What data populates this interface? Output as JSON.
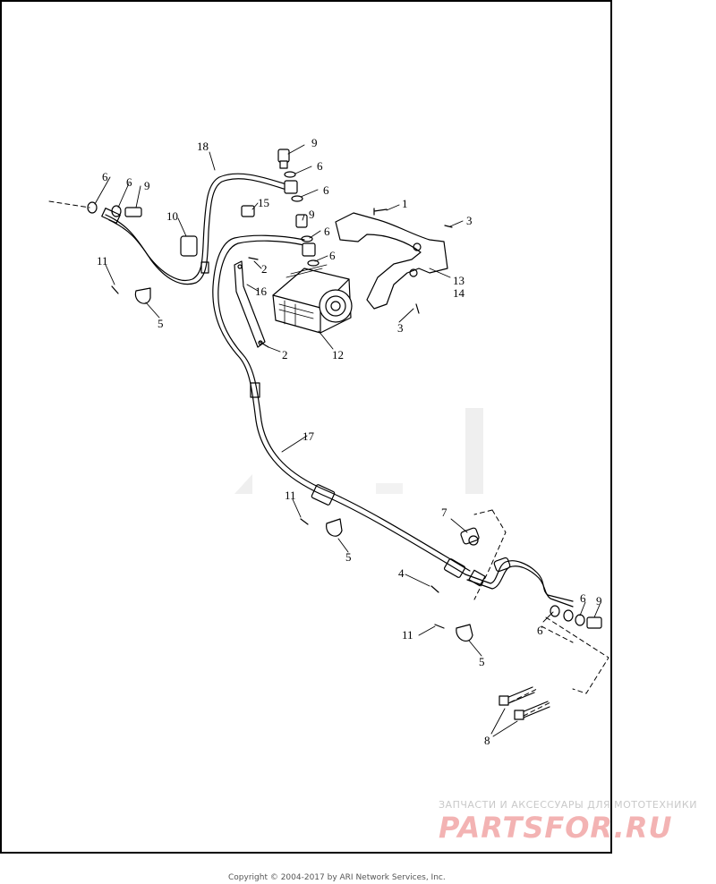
{
  "diagram": {
    "callouts": [
      {
        "id": "c-18",
        "text": "18"
      },
      {
        "id": "c-9a",
        "text": "9"
      },
      {
        "id": "c-6a",
        "text": "6"
      },
      {
        "id": "c-6b",
        "text": "6"
      },
      {
        "id": "c-6c",
        "text": "6"
      },
      {
        "id": "c-9b",
        "text": "9"
      },
      {
        "id": "c-6d",
        "text": "6"
      },
      {
        "id": "c-10",
        "text": "10"
      },
      {
        "id": "c-15",
        "text": "15"
      },
      {
        "id": "c-9c",
        "text": "9"
      },
      {
        "id": "c-6e",
        "text": "6"
      },
      {
        "id": "c-6f",
        "text": "6"
      },
      {
        "id": "c-1",
        "text": "1"
      },
      {
        "id": "c-3a",
        "text": "3"
      },
      {
        "id": "c-11a",
        "text": "11"
      },
      {
        "id": "c-2a",
        "text": "2"
      },
      {
        "id": "c-16",
        "text": "16"
      },
      {
        "id": "c-5a",
        "text": "5"
      },
      {
        "id": "c-13",
        "text": "13"
      },
      {
        "id": "c-14",
        "text": "14"
      },
      {
        "id": "c-3b",
        "text": "3"
      },
      {
        "id": "c-2b",
        "text": "2"
      },
      {
        "id": "c-12",
        "text": "12"
      },
      {
        "id": "c-17",
        "text": "17"
      },
      {
        "id": "c-11b",
        "text": "11"
      },
      {
        "id": "c-7",
        "text": "7"
      },
      {
        "id": "c-5b",
        "text": "5"
      },
      {
        "id": "c-4",
        "text": "4"
      },
      {
        "id": "c-6g",
        "text": "6"
      },
      {
        "id": "c-9d",
        "text": "9"
      },
      {
        "id": "c-6h",
        "text": "6"
      },
      {
        "id": "c-11c",
        "text": "11"
      },
      {
        "id": "c-5c",
        "text": "5"
      },
      {
        "id": "c-8",
        "text": "8"
      }
    ]
  },
  "watermark": {
    "tagline": "ЗАПЧАСТИ И АКСЕССУАРЫ ДЛЯ МОТОТЕХНИКИ",
    "logo": "PARTSFOR.RU"
  },
  "footer": {
    "copyright": "Copyright © 2004-2017 by ARI Network Services, Inc."
  },
  "colors": {
    "line": "#000000",
    "watermark_red": "#f3b3b3",
    "ghost_gray": "#e6e6e6"
  }
}
